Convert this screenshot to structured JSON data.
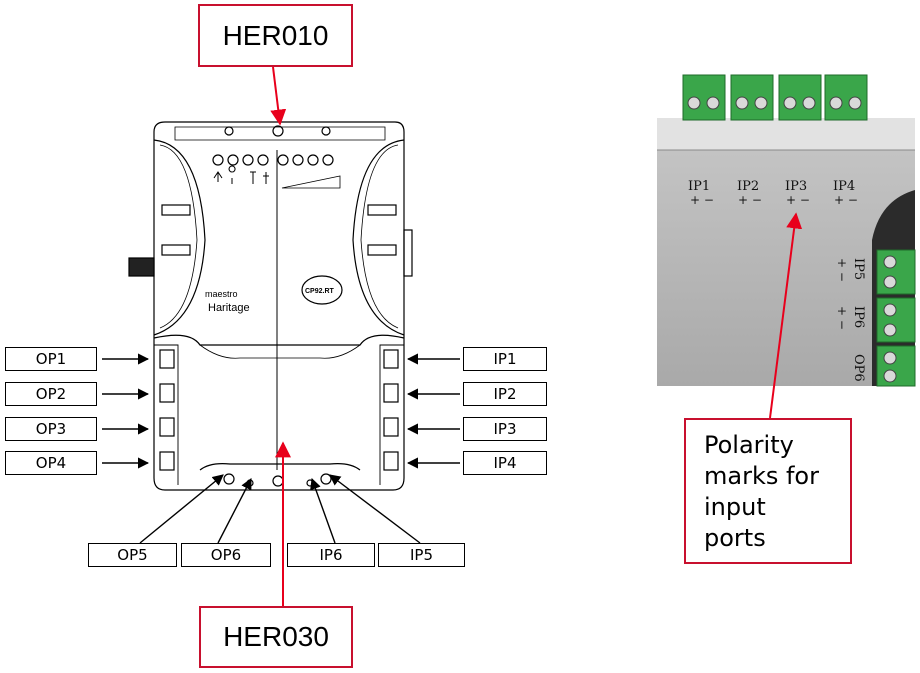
{
  "top_label": "HER010",
  "bottom_label": "HER030",
  "device": {
    "brand_line1": "maestro",
    "brand_line2": "Haritage",
    "badge": "CP92.RT"
  },
  "left_ports": [
    "OP1",
    "OP2",
    "OP3",
    "OP4"
  ],
  "right_ports": [
    "IP1",
    "IP2",
    "IP3",
    "IP4"
  ],
  "bottom_ports": [
    "OP5",
    "OP6",
    "IP6",
    "IP5"
  ],
  "photo": {
    "top_ports": [
      "IP1",
      "IP2",
      "IP3",
      "IP4"
    ],
    "side_ports": [
      "IP5",
      "IP6",
      "OP6"
    ],
    "polarity_sign": "+ −"
  },
  "callout": {
    "lines": [
      "Polarity",
      "marks for",
      "input",
      "ports"
    ]
  },
  "colors": {
    "callout_border": "#c8102e",
    "arrow": "#e8001c",
    "terminal_green": "#3aa64a"
  }
}
